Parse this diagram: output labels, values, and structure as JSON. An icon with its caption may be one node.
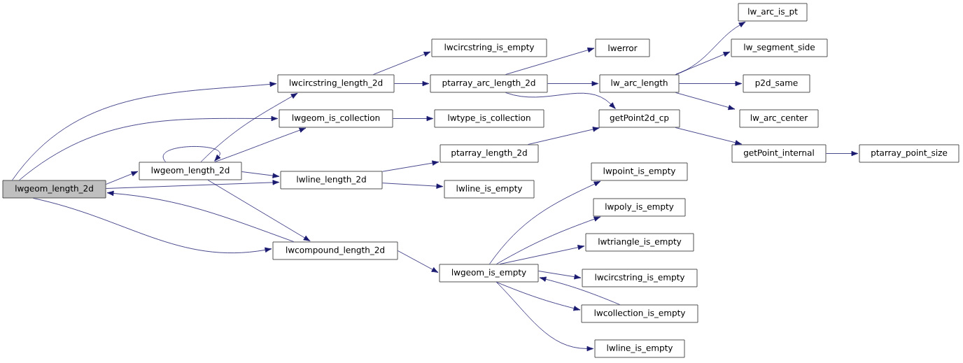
{
  "diagram": {
    "nodes": [
      {
        "text": [
          "lwgeom_length_2d"
        ]
      },
      {
        "text": [
          "lwcircstring_length_2d"
        ]
      },
      {
        "text": [
          "lwgeom_is_collection"
        ]
      },
      {
        "text": [
          "lwgeom_length_2d"
        ]
      },
      {
        "text": [
          "lwline_length_2d"
        ]
      },
      {
        "text": [
          "lwcompound_length_2d"
        ]
      },
      {
        "text": [
          "lwcircstring_is_empty"
        ]
      },
      {
        "text": [
          "ptarray_arc_length_2d"
        ]
      },
      {
        "text": [
          "lwtype_is_collection"
        ]
      },
      {
        "text": [
          "ptarray_length_2d"
        ]
      },
      {
        "text": [
          "lwline_is_empty"
        ]
      },
      {
        "text": [
          "lwgeom_is_empty"
        ]
      },
      {
        "text": [
          "lwerror"
        ]
      },
      {
        "text": [
          "lw_arc_length"
        ]
      },
      {
        "text": [
          "getPoint2d_cp"
        ]
      },
      {
        "text": [
          "lw_arc_is_pt"
        ]
      },
      {
        "text": [
          "lw_segment_side"
        ]
      },
      {
        "text": [
          "p2d_same"
        ]
      },
      {
        "text": [
          "lw_arc_center"
        ]
      },
      {
        "text": [
          "getPoint_internal"
        ]
      },
      {
        "text": [
          "ptarray_point_size"
        ]
      },
      {
        "text": [
          "lwpoint_is_empty"
        ]
      },
      {
        "text": [
          "lwpoly_is_empty"
        ]
      },
      {
        "text": [
          "lwtriangle_is_empty"
        ]
      },
      {
        "text": [
          "lwcircstring_is_empty"
        ]
      },
      {
        "text": [
          "lwcollection_is_empty"
        ]
      },
      {
        "text": [
          "lwline_is_empty"
        ]
      }
    ],
    "edges": [
      {
        "from": 0,
        "to": 1,
        "arrow": "to"
      },
      {
        "from": 0,
        "to": 2,
        "arrow": "to"
      },
      {
        "from": 0,
        "to": 3,
        "arrow": "to"
      },
      {
        "from": 0,
        "to": 4,
        "arrow": "to"
      },
      {
        "from": 0,
        "to": 5,
        "arrow": "to"
      },
      {
        "from": 5,
        "to": 0,
        "arrow": "to"
      },
      {
        "from": 3,
        "to": 3,
        "arrow": "to"
      },
      {
        "from": 3,
        "to": 1,
        "arrow": "to"
      },
      {
        "from": 3,
        "to": 2,
        "arrow": "to"
      },
      {
        "from": 3,
        "to": 4,
        "arrow": "to"
      },
      {
        "from": 3,
        "to": 5,
        "arrow": "to"
      },
      {
        "from": 1,
        "to": 6,
        "arrow": "to"
      },
      {
        "from": 1,
        "to": 7,
        "arrow": "to"
      },
      {
        "from": 2,
        "to": 8,
        "arrow": "to"
      },
      {
        "from": 4,
        "to": 9,
        "arrow": "to"
      },
      {
        "from": 4,
        "to": 10,
        "arrow": "to"
      },
      {
        "from": 7,
        "to": 12,
        "arrow": "to"
      },
      {
        "from": 7,
        "to": 13,
        "arrow": "to"
      },
      {
        "from": 7,
        "to": 14,
        "arrow": "to"
      },
      {
        "from": 9,
        "to": 14,
        "arrow": "to"
      },
      {
        "from": 13,
        "to": 15,
        "arrow": "to"
      },
      {
        "from": 13,
        "to": 16,
        "arrow": "to"
      },
      {
        "from": 13,
        "to": 17,
        "arrow": "to"
      },
      {
        "from": 13,
        "to": 18,
        "arrow": "to"
      },
      {
        "from": 14,
        "to": 19,
        "arrow": "to"
      },
      {
        "from": 19,
        "to": 20,
        "arrow": "to"
      },
      {
        "from": 5,
        "to": 11,
        "arrow": "to"
      },
      {
        "from": 11,
        "to": 21,
        "arrow": "to"
      },
      {
        "from": 11,
        "to": 22,
        "arrow": "to"
      },
      {
        "from": 11,
        "to": 23,
        "arrow": "to"
      },
      {
        "from": 11,
        "to": 24,
        "arrow": "to"
      },
      {
        "from": 11,
        "to": 25,
        "arrow": "to"
      },
      {
        "from": 25,
        "to": 11,
        "arrow": "to"
      },
      {
        "from": 11,
        "to": 26,
        "arrow": "to"
      }
    ]
  }
}
